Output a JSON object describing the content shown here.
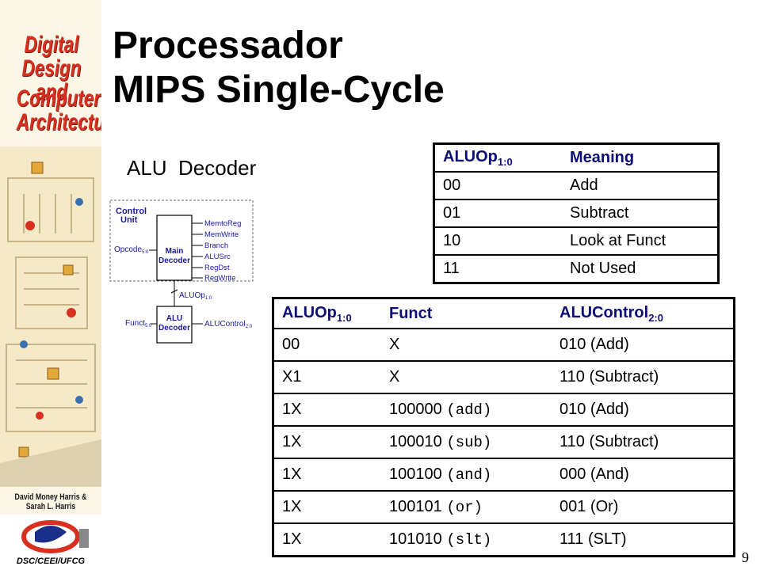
{
  "sidebar": {
    "cover_title_1": "Digital Design and",
    "cover_title_2": "Computer Architecture",
    "authors": "David Money Harris & Sarah L. Harris",
    "logo_text": "DSC/CEEI/UFCG"
  },
  "title": "Processador\nMIPS Single-Cycle",
  "section_heading": "ALU  Decoder",
  "diagram": {
    "control_unit": "Control\nUnit",
    "opcode": "Opcode",
    "opcode_sub": "5:0",
    "main_decoder": "Main\nDecoder",
    "outputs": [
      "MemtoReg",
      "MemWrite",
      "Branch",
      "ALUSrc",
      "RegDst",
      "RegWrite"
    ],
    "aluop": "ALUOp",
    "aluop_sub": "1:0",
    "funct": "Funct",
    "funct_sub": "5:0",
    "alu_decoder": "ALU\nDecoder",
    "alucontrol": "ALUControl",
    "alucontrol_sub": "2:0"
  },
  "aluop_table": {
    "headers": [
      {
        "main": "ALUOp",
        "sub": "1:0"
      },
      {
        "main": "Meaning",
        "sub": ""
      }
    ],
    "rows": [
      [
        "00",
        "Add"
      ],
      [
        "01",
        "Subtract"
      ],
      [
        "10",
        "Look at Funct"
      ],
      [
        "11",
        "Not Used"
      ]
    ]
  },
  "decoder_table": {
    "headers": [
      {
        "main": "ALUOp",
        "sub": "1:0"
      },
      {
        "main": "Funct",
        "sub": ""
      },
      {
        "main": "ALUControl",
        "sub": "2:0"
      }
    ],
    "rows": [
      {
        "aluop": "00",
        "funct": "X",
        "funct_op": "",
        "control": "010 (Add)"
      },
      {
        "aluop": "X1",
        "funct": "X",
        "funct_op": "",
        "control": "110 (Subtract)"
      },
      {
        "aluop": "1X",
        "funct": "100000",
        "funct_op": "(add)",
        "control": "010 (Add)"
      },
      {
        "aluop": "1X",
        "funct": "100010",
        "funct_op": "(sub)",
        "control": "110 (Subtract)"
      },
      {
        "aluop": "1X",
        "funct": "100100",
        "funct_op": "(and)",
        "control": "000 (And)"
      },
      {
        "aluop": "1X",
        "funct": "100101",
        "funct_op": "(or)",
        "control": "001 (Or)"
      },
      {
        "aluop": "1X",
        "funct": "101010",
        "funct_op": "(slt)",
        "control": "111 (SLT)"
      }
    ]
  },
  "page_number": "9",
  "colors": {
    "header_text": "#0d0d7a",
    "diagram_text": "#1a1aa0",
    "cover_title": "#d83020"
  }
}
